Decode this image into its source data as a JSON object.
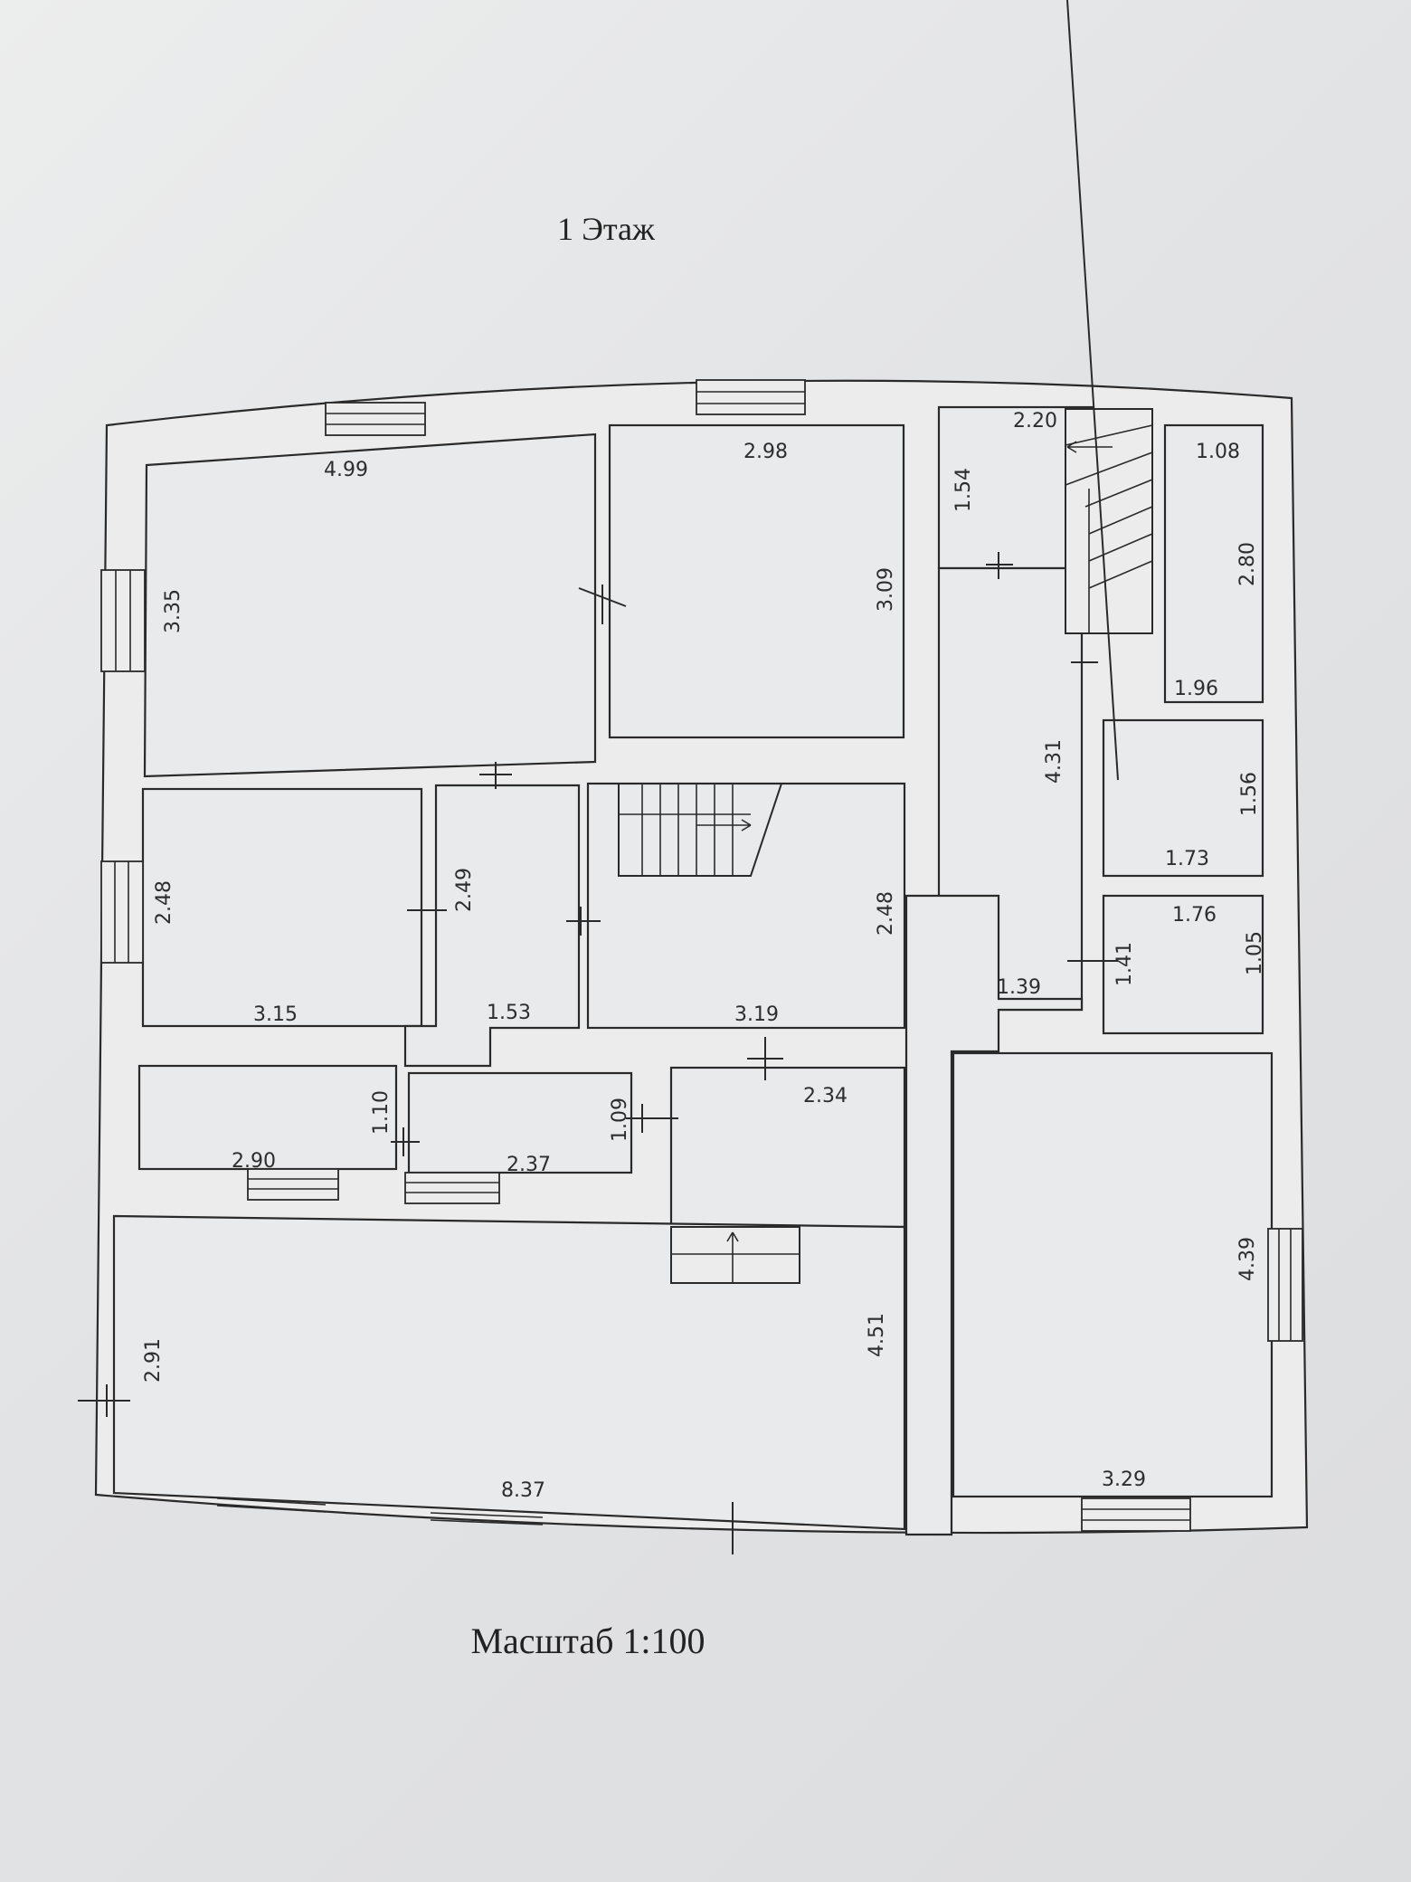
{
  "title": "1 Этаж",
  "scale_label": "Масштаб 1:100",
  "dimensions": {
    "d_4_99": "4.99",
    "d_3_35": "3.35",
    "d_2_98": "2.98",
    "d_3_09": "3.09",
    "d_1_54": "1.54",
    "d_2_20": "2.20",
    "d_1_08": "1.08",
    "d_2_80": "2.80",
    "d_1_96": "1.96",
    "d_4_31": "4.31",
    "d_1_56": "1.56",
    "d_1_73": "1.73",
    "d_1_76": "1.76",
    "d_1_41": "1.41",
    "d_1_05": "1.05",
    "d_1_39": "1.39",
    "d_2_48_left": "2.48",
    "d_2_49": "2.49",
    "d_3_15": "3.15",
    "d_1_53": "1.53",
    "d_2_48_mid": "2.48",
    "d_3_19": "3.19",
    "d_2_34": "2.34",
    "d_1_10": "1.10",
    "d_2_90": "2.90",
    "d_2_37": "2.37",
    "d_1_09": "1.09",
    "d_4_51": "4.51",
    "d_2_91": "2.91",
    "d_8_37": "8.37",
    "d_4_39": "4.39",
    "d_3_29": "3.29"
  }
}
